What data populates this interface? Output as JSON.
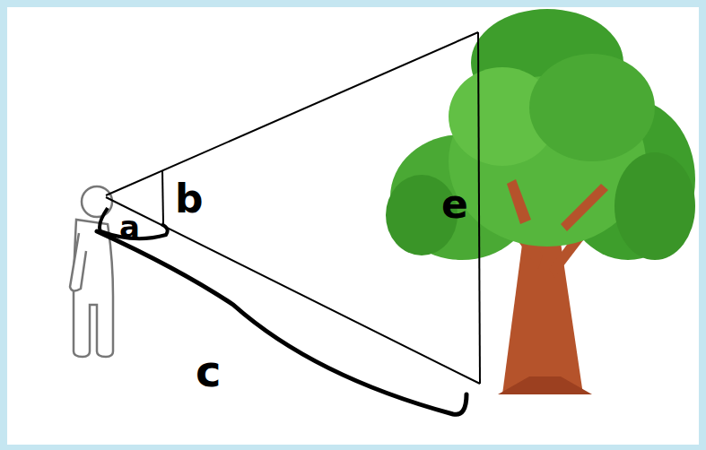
{
  "diagram": {
    "labels": [
      "a",
      "b",
      "e",
      "c"
    ]
  }
}
